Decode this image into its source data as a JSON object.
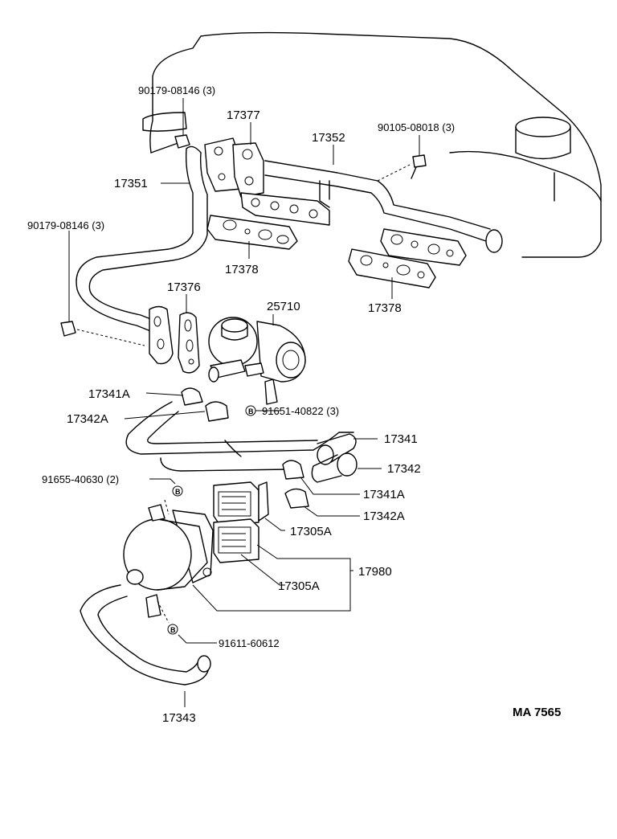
{
  "labels": {
    "p90179_top": "90179-08146 (3)",
    "p17377": "17377",
    "p17352": "17352",
    "p90105": "90105-08018 (3)",
    "p17351": "17351",
    "p90179_left": "90179-08146 (3)",
    "p17378_a": "17378",
    "p17376": "17376",
    "p25710": "25710",
    "p17378_b": "17378",
    "p17341A_left": "17341A",
    "p17342A_left": "17342A",
    "p91651": "91651-40822 (3)",
    "p17341": "17341",
    "p17342": "17342",
    "p91655": "91655-40630 (2)",
    "p17341A_right": "17341A",
    "p17342A_right": "17342A",
    "p17305A_top": "17305A",
    "p17980": "17980",
    "p17305A_bottom": "17305A",
    "p91611": "91611-60612",
    "p17343": "17343"
  },
  "bolt_marks": [
    "B",
    "B",
    "B"
  ],
  "reference": "MA 7565"
}
